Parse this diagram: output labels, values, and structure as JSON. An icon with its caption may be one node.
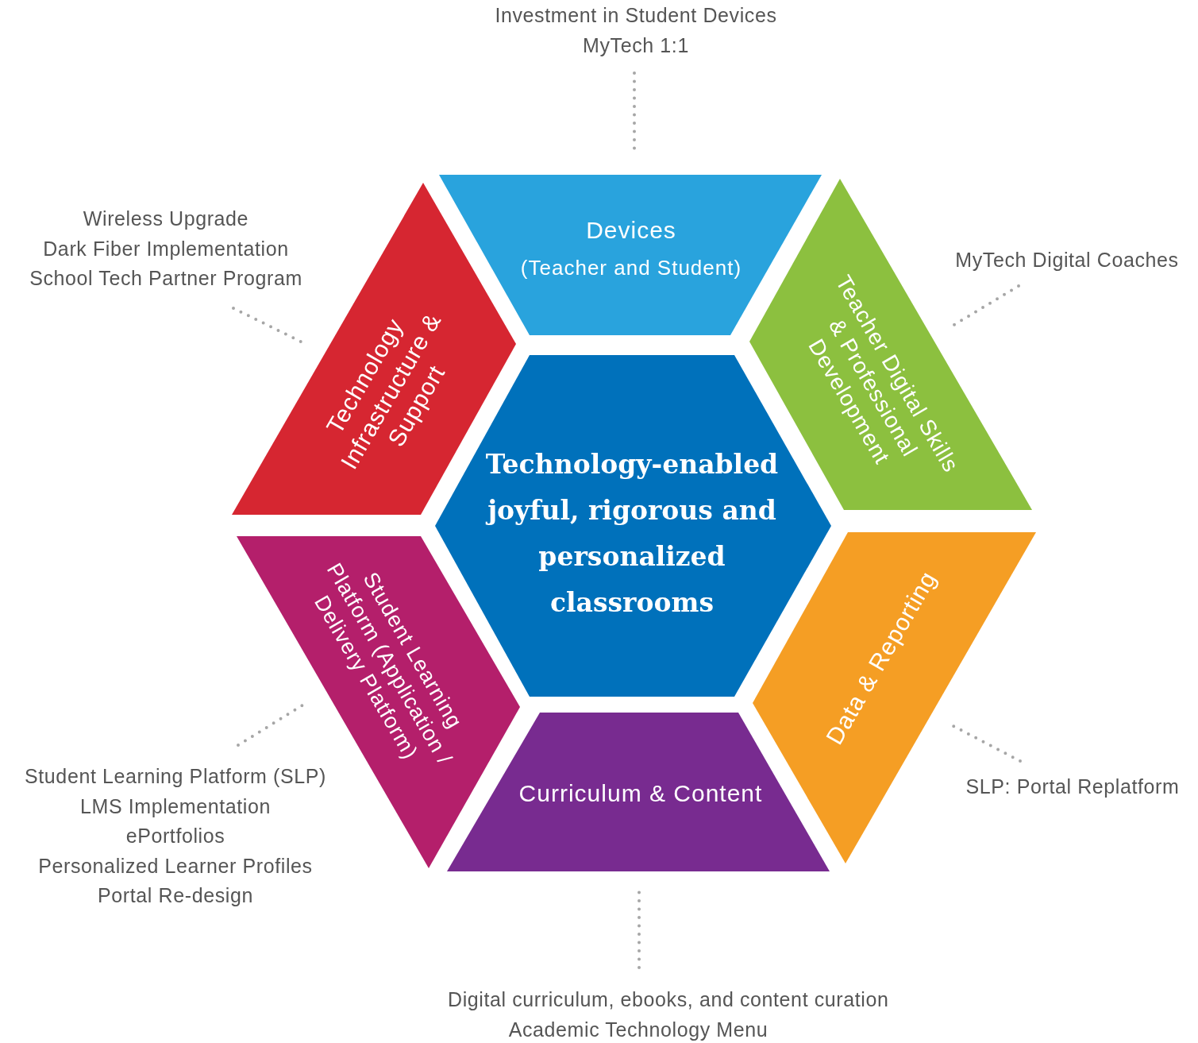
{
  "diagram": {
    "nodes": [
      {
        "text": [
          "Devices",
          "(Teacher and Student)"
        ]
      },
      {
        "text": [
          "Technology Infrastructure & Support"
        ]
      },
      {
        "text": [
          "Teacher Digital Skills & Professional Development"
        ]
      },
      {
        "text": [
          "Technology-enabled joyful, rigorous and personalized classrooms"
        ]
      },
      {
        "text": [
          "Student Learning Platform (Application / Delivery Platform)"
        ]
      },
      {
        "text": [
          "Data & Reporting"
        ]
      },
      {
        "text": [
          "Curriculum & Content"
        ]
      },
      {
        "text": [
          "Investment in Student Devices",
          "MyTech 1:1"
        ]
      },
      {
        "text": [
          "Wireless Upgrade",
          "Dark Fiber Implementation",
          "School Tech Partner Program"
        ]
      },
      {
        "text": [
          "MyTech Digital Coaches"
        ]
      },
      {
        "text": [
          "Student Learning Platform (SLP)",
          "LMS Implementation",
          "ePortfolios",
          "Personalized Learner Profiles",
          "Portal Re-design"
        ]
      },
      {
        "text": [
          "SLP: Portal Replatform"
        ]
      },
      {
        "text": [
          "Digital curriculum, ebooks, and content curation",
          "Academic Technology Menu"
        ]
      }
    ],
    "edges": [
      {
        "from": 7,
        "to": 0,
        "arrow": "none"
      },
      {
        "from": 8,
        "to": 1,
        "arrow": "none"
      },
      {
        "from": 9,
        "to": 2,
        "arrow": "none"
      },
      {
        "from": 10,
        "to": 4,
        "arrow": "none"
      },
      {
        "from": 11,
        "to": 5,
        "arrow": "none"
      },
      {
        "from": 12,
        "to": 6,
        "arrow": "none"
      }
    ]
  }
}
